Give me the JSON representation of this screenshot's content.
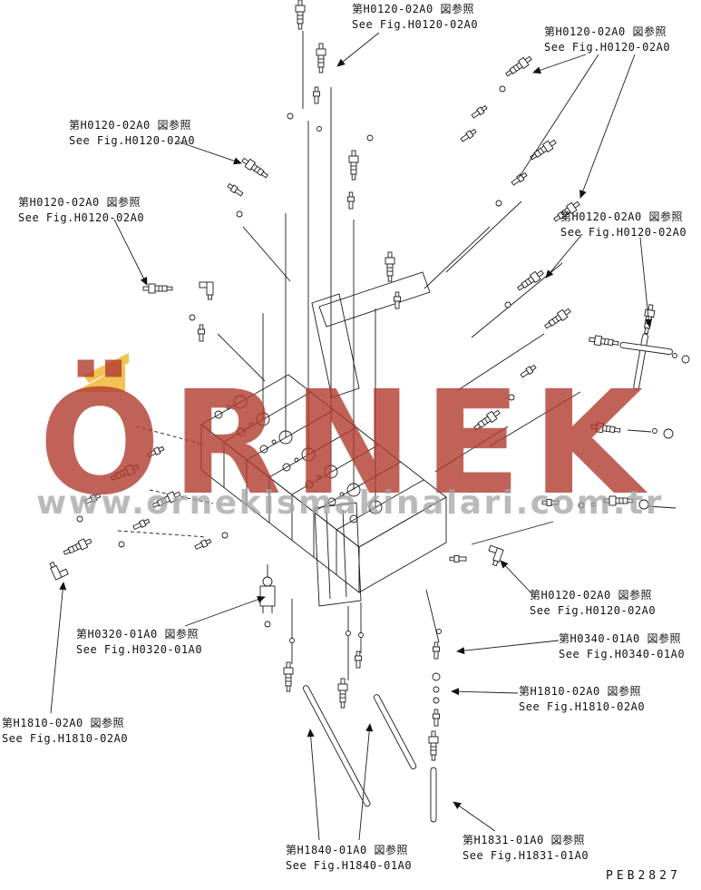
{
  "page": {
    "drawing_number": "PEB2827",
    "background": "#ffffff",
    "line_color": "#1b1b1b"
  },
  "watermark": {
    "brand": "ÖRNEK",
    "url": "www.ornekismakinalari.com.tr",
    "brand_color": "#b23b2f",
    "url_color": "#a3a3a3",
    "accent_color": "#eebc3f"
  },
  "labels": [
    {
      "id": "ref-top-center",
      "jp": "第H0120-02A0 図参照",
      "en": "See Fig.H0120-02A0"
    },
    {
      "id": "ref-top-right",
      "jp": "第H0120-02A0 図参照",
      "en": "See Fig.H0120-02A0"
    },
    {
      "id": "ref-left-upper",
      "jp": "第H0120-02A0 図参照",
      "en": "See Fig.H0120-02A0"
    },
    {
      "id": "ref-left-mid",
      "jp": "第H0120-02A0 図参照",
      "en": "See Fig.H0120-02A0"
    },
    {
      "id": "ref-right-mid",
      "jp": "第H0120-02A0 図参照",
      "en": "See Fig.H0120-02A0"
    },
    {
      "id": "ref-right-lower",
      "jp": "第H0120-02A0 図参照",
      "en": "See Fig.H0120-02A0"
    },
    {
      "id": "ref-right-h0340",
      "jp": "第H0340-01A0 図参照",
      "en": "See Fig.H0340-01A0"
    },
    {
      "id": "ref-right-h1810",
      "jp": "第H1810-02A0 図参照",
      "en": "See Fig.H1810-02A0"
    },
    {
      "id": "ref-left-h0320",
      "jp": "第H0320-01A0 図参照",
      "en": "See Fig.H0320-01A0"
    },
    {
      "id": "ref-bottom-left",
      "jp": "第H1810-02A0 図参照",
      "en": "See Fig.H1810-02A0"
    },
    {
      "id": "ref-bottom-center",
      "jp": "第H1840-01A0 図参照",
      "en": "See Fig.H1840-01A0"
    },
    {
      "id": "ref-bottom-right",
      "jp": "第H1831-01A0 図参照",
      "en": "See Fig.H1831-01A0"
    }
  ]
}
